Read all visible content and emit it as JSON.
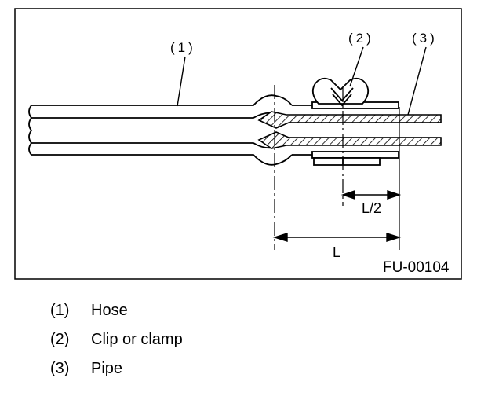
{
  "figure": {
    "callouts": [
      "(1)",
      "(2)",
      "(3)"
    ],
    "dimensions": {
      "full": "L",
      "half": "L/2"
    },
    "figure_id": "FU-00104"
  },
  "legend": [
    {
      "num": "(1)",
      "label": "Hose"
    },
    {
      "num": "(2)",
      "label": "Clip or clamp"
    },
    {
      "num": "(3)",
      "label": "Pipe"
    }
  ]
}
